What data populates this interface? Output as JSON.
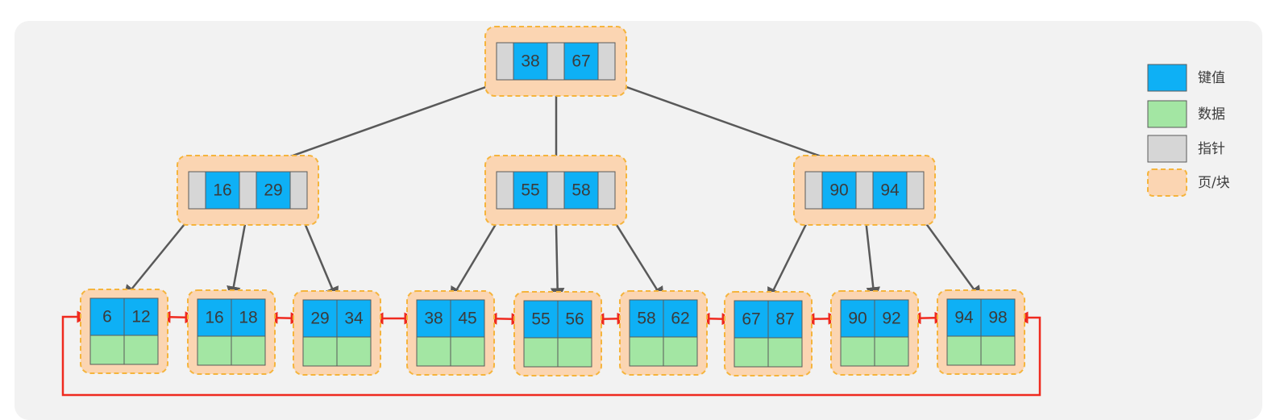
{
  "colors": {
    "key": "#0eb0f5",
    "data": "#a3e6a3",
    "pointer": "#d6d6d6",
    "page_fill": "#fbd5b2",
    "page_border": "#f5b43c",
    "tree_edge": "#595959",
    "leaf_link": "#ef2a1f"
  },
  "root": {
    "keys": [
      "38",
      "67"
    ]
  },
  "internal": [
    {
      "keys": [
        "16",
        "29"
      ]
    },
    {
      "keys": [
        "55",
        "58"
      ]
    },
    {
      "keys": [
        "90",
        "94"
      ]
    }
  ],
  "leaves": [
    {
      "keys": [
        "6",
        "12"
      ]
    },
    {
      "keys": [
        "16",
        "18"
      ]
    },
    {
      "keys": [
        "29",
        "34"
      ]
    },
    {
      "keys": [
        "38",
        "45"
      ]
    },
    {
      "keys": [
        "55",
        "56"
      ]
    },
    {
      "keys": [
        "58",
        "62"
      ]
    },
    {
      "keys": [
        "67",
        "87"
      ]
    },
    {
      "keys": [
        "90",
        "92"
      ]
    },
    {
      "keys": [
        "94",
        "98"
      ]
    }
  ],
  "legend": [
    {
      "swatch": "key",
      "label": "键值"
    },
    {
      "swatch": "data",
      "label": "数据"
    },
    {
      "swatch": "pointer",
      "label": "指针"
    },
    {
      "swatch": "page",
      "label": "页/块"
    }
  ]
}
